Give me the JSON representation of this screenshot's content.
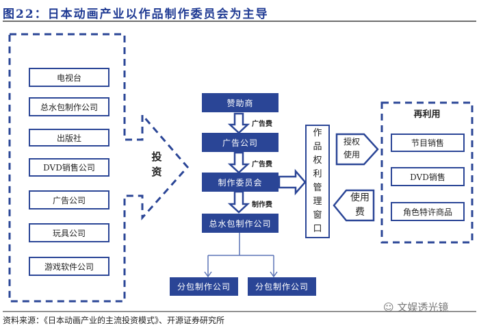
{
  "title": "图22：日本动画产业以作品制作委员会为主导",
  "investors": {
    "items": [
      "电视台",
      "总水包制作公司",
      "出版社",
      "DVD销售公司",
      "广告公司",
      "玩具公司",
      "游戏软件公司"
    ],
    "arrow_label": [
      "投",
      "资"
    ]
  },
  "flow": {
    "nodes": [
      "赞助商",
      "广告公司",
      "制作委员会",
      "总水包制作公司"
    ],
    "edge_labels": [
      "广告费",
      "广告费",
      "制作费"
    ],
    "sub_contractors": [
      "分包制作公司",
      "分包制作公司"
    ]
  },
  "rights_window": {
    "label": [
      "作",
      "品",
      "权",
      "利",
      "管",
      "理",
      "窗",
      "口"
    ]
  },
  "license_arrow": {
    "lines": [
      "授权",
      "使用"
    ]
  },
  "fee_arrow": {
    "lines": [
      "使用",
      "费"
    ]
  },
  "reuse": {
    "title": "再利用",
    "items": [
      "节目销售",
      "DVD销售",
      "角色特许商品"
    ]
  },
  "footer": {
    "source": "资料来源：《日本动画产业的主流投资模式》、开源证券研究所",
    "watermark": "文娱透光镜"
  },
  "colors": {
    "primary": "#2a4596",
    "title": "#1f3a93"
  }
}
